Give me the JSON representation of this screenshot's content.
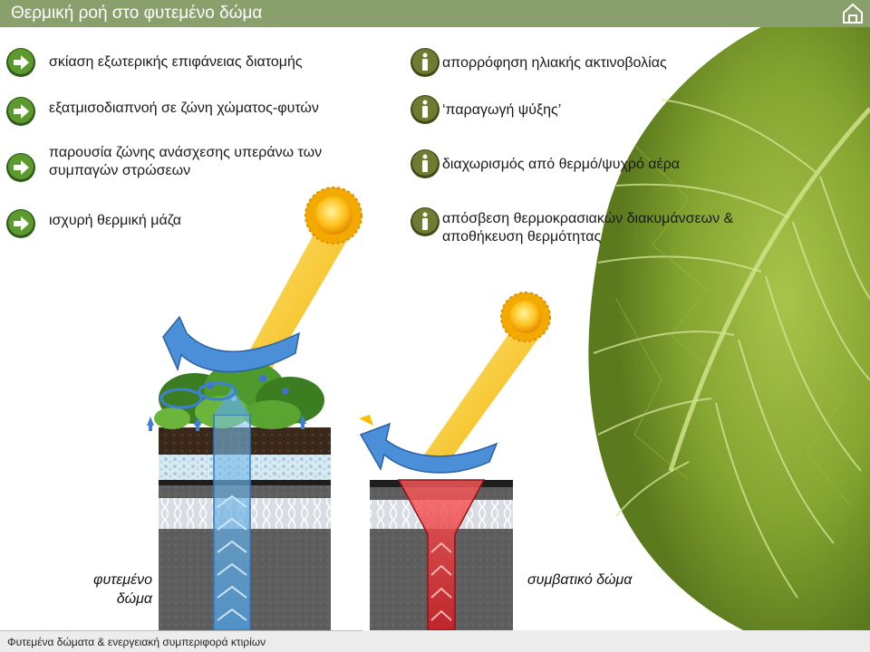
{
  "header": {
    "title": "Θερμική ροή στο φυτεμένο δώμα",
    "home_icon": "home-icon"
  },
  "left_list": {
    "bullet_icon": "green-arrow-icon",
    "items": [
      {
        "label": "σκίαση εξωτερικής επιφάνειας διατομής"
      },
      {
        "label": "εξατμισοδιαπνοή σε ζώνη χώματος-φυτών"
      },
      {
        "label": "παρουσία ζώνης ανάσχεσης υπεράνω των συμπαγών στρώσεων"
      },
      {
        "label": "ισχυρή θερμική μάζα"
      }
    ]
  },
  "right_list": {
    "bullet_icon": "info-icon",
    "items": [
      {
        "label": "απορρόφηση ηλιακής ακτινοβολίας"
      },
      {
        "label": "‘παραγωγή ψύξης’"
      },
      {
        "label": "διαχωρισμός από θερμό/ψυχρό αέρα"
      },
      {
        "label": "απόσβεση θερμοκρασιακών διακυμάνσεων & αποθήκευση θερμότητας"
      }
    ]
  },
  "diagram": {
    "green_roof_caption": "φυτεμένο δώμα",
    "conventional_roof_caption": "συμβατικό δώμα",
    "colors": {
      "sun_ray": "#f5c100",
      "air_flow": "#4b8fd8",
      "cool_flow": "#5aa6e6",
      "heat_flow": "#e0262a",
      "leaf": "#86a832"
    }
  },
  "footer": {
    "text": "Φυτεμένα δώματα & ενεργειακή συμπεριφορά κτιρίων"
  }
}
